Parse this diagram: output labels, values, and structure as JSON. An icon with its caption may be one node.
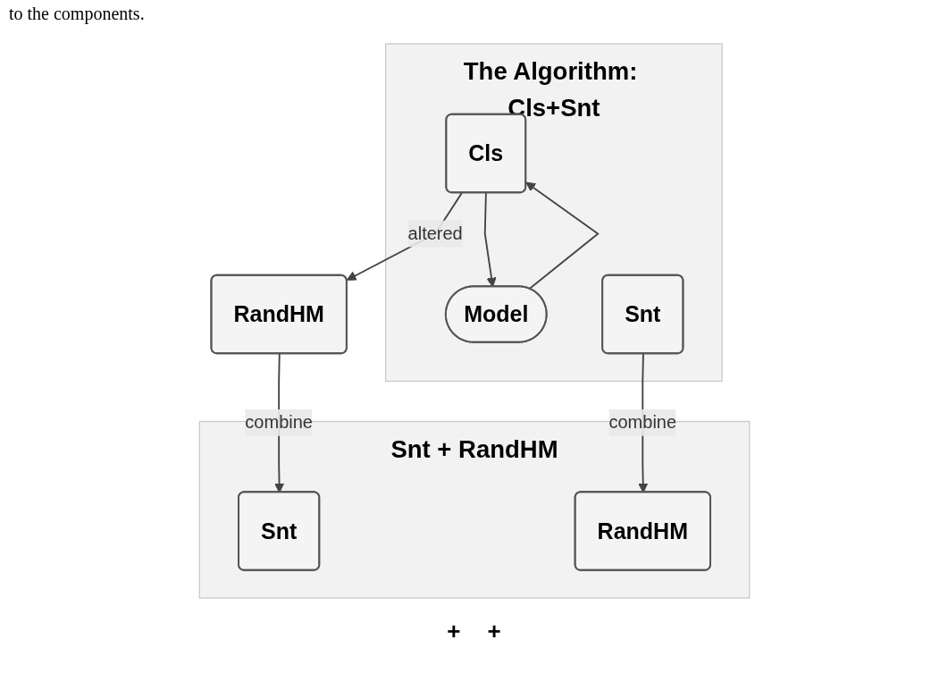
{
  "diagram": {
    "nodes": [
      {
        "text": [
          "The Algorithm: Cls+Snt"
        ]
      },
      {
        "text": [
          "Cls"
        ],
        "in": 0
      },
      {
        "text": [
          "Model"
        ],
        "in": 0
      },
      {
        "text": [
          "Snt"
        ],
        "in": 0
      },
      {
        "text": [
          "RandHM"
        ]
      },
      {
        "text": [
          "Snt + RandHM"
        ]
      },
      {
        "text": [
          "Snt"
        ],
        "in": 5
      },
      {
        "text": [
          "RandHM"
        ],
        "in": 5
      }
    ],
    "edges": [
      {
        "from": 1,
        "to": 2,
        "arrow": "to"
      },
      {
        "from": 2,
        "to": 1,
        "arrow": "to"
      },
      {
        "from": 1,
        "to": 4,
        "label": "altered",
        "arrow": "to"
      },
      {
        "from": 4,
        "to": 6,
        "label": "combine",
        "arrow": "to"
      },
      {
        "from": 3,
        "to": 7,
        "label": "combine",
        "arrow": "to"
      }
    ],
    "labels": [
      "to the components.",
      "+",
      "+"
    ]
  }
}
